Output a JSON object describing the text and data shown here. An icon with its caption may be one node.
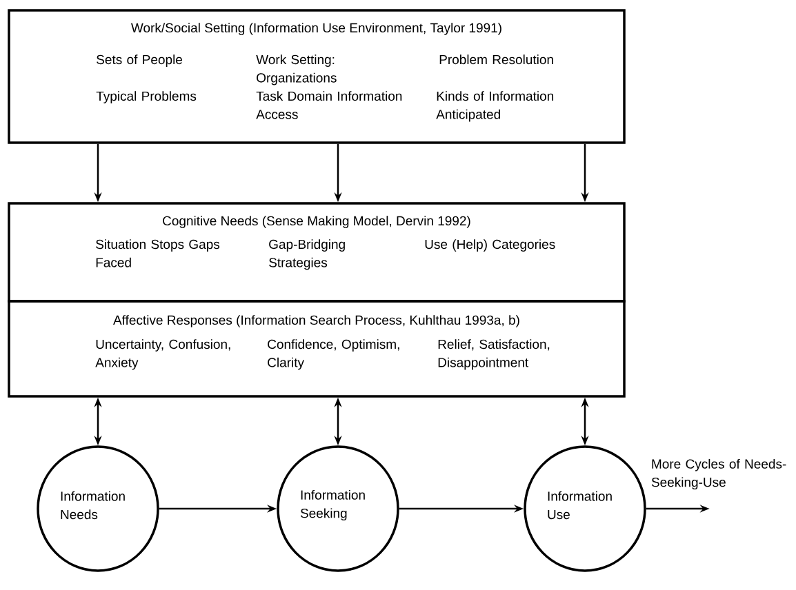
{
  "diagram": {
    "nodes": [
      {
        "text": [
          "Work/Social Setting (Information Use Environment, Taylor 1991)",
          "Sets of People",
          "Work Setting: Organizations",
          "Problem Resolution",
          "Typical Problems",
          "Task Domain Information Access",
          "Kinds of Information Anticipated"
        ]
      },
      {
        "text": [
          "Cognitive Needs (Sense Making Model, Dervin 1992)",
          "Situation Stops Gaps Faced",
          "Gap-Bridging Strategies",
          "Use (Help) Categories"
        ]
      },
      {
        "text": [
          "Affective Responses (Information Search Process, Kuhlthau 1993a, b)",
          "Uncertainty, Confusion, Anxiety",
          "Confidence, Optimism, Clarity",
          "Relief, Satisfaction, Disappointment"
        ]
      },
      {
        "text": [
          "Information Needs"
        ]
      },
      {
        "text": [
          "Information Seeking"
        ]
      },
      {
        "text": [
          "Information Use"
        ]
      }
    ],
    "edges": [
      {
        "from": 0,
        "to": 1,
        "arrow": "to"
      },
      {
        "from": 0,
        "to": 1,
        "arrow": "to"
      },
      {
        "from": 0,
        "to": 1,
        "arrow": "to"
      },
      {
        "from": 2,
        "to": 3,
        "arrow": "both"
      },
      {
        "from": 2,
        "to": 4,
        "arrow": "both"
      },
      {
        "from": 2,
        "to": 5,
        "arrow": "both"
      },
      {
        "from": 3,
        "to": 4,
        "arrow": "to"
      },
      {
        "from": 4,
        "to": 5,
        "arrow": "to"
      },
      {
        "from": 5,
        "to": null,
        "arrow": "to",
        "label": "More Cycles of Needs-Seeking-Use"
      }
    ]
  }
}
